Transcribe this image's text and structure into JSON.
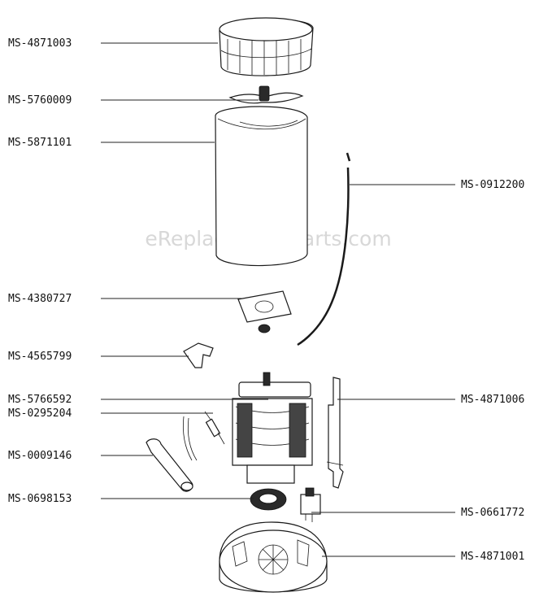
{
  "watermark": "eReplacementParts.com",
  "parts": [
    {
      "id": "top-cap",
      "label": "MS-4871003",
      "side": "left"
    },
    {
      "id": "blade",
      "label": "MS-5760009",
      "side": "left"
    },
    {
      "id": "bowl",
      "label": "MS-5871101",
      "side": "left"
    },
    {
      "id": "cord",
      "label": "MS-0912200",
      "side": "right"
    },
    {
      "id": "gasket",
      "label": "MS-4380727",
      "side": "left"
    },
    {
      "id": "clip",
      "label": "MS-4565799",
      "side": "left"
    },
    {
      "id": "motor",
      "label": "MS-5766592",
      "side": "left"
    },
    {
      "id": "capacitor",
      "label": "MS-0295204",
      "side": "left"
    },
    {
      "id": "switch-rod",
      "label": "MS-4871006",
      "side": "right"
    },
    {
      "id": "sleeve",
      "label": "MS-0009146",
      "side": "left"
    },
    {
      "id": "seal-ring",
      "label": "MS-0698153",
      "side": "left"
    },
    {
      "id": "switch",
      "label": "MS-0661772",
      "side": "right"
    },
    {
      "id": "base",
      "label": "MS-4871001",
      "side": "right"
    }
  ]
}
